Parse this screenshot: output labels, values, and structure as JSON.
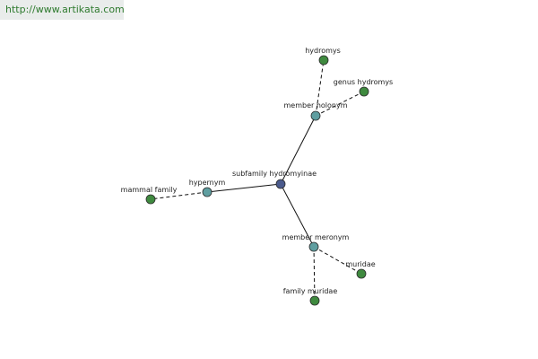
{
  "watermark": {
    "url": "http://www.artikata.com"
  },
  "graph": {
    "nodes": [
      {
        "id": "center",
        "label": "subfamily hydromyinae",
        "role": "center"
      },
      {
        "id": "member-holonym",
        "label": "member holonym",
        "role": "relation"
      },
      {
        "id": "hypernym",
        "label": "hypernym",
        "role": "relation"
      },
      {
        "id": "member-meronym",
        "label": "member meronym",
        "role": "relation"
      },
      {
        "id": "hydromys",
        "label": "hydromys",
        "role": "leaf"
      },
      {
        "id": "genus-hydromys",
        "label": "genus hydromys",
        "role": "leaf"
      },
      {
        "id": "mammal-family",
        "label": "mammal family",
        "role": "leaf"
      },
      {
        "id": "muridae",
        "label": "muridae",
        "role": "leaf"
      },
      {
        "id": "family-muridae",
        "label": "family muridae",
        "role": "leaf"
      }
    ],
    "edges": [
      {
        "from": "center",
        "to": "member-holonym",
        "style": "solid"
      },
      {
        "from": "center",
        "to": "hypernym",
        "style": "solid"
      },
      {
        "from": "center",
        "to": "member-meronym",
        "style": "solid"
      },
      {
        "from": "member-holonym",
        "to": "hydromys",
        "style": "dashed"
      },
      {
        "from": "member-holonym",
        "to": "genus-hydromys",
        "style": "dashed"
      },
      {
        "from": "hypernym",
        "to": "mammal-family",
        "style": "dashed"
      },
      {
        "from": "member-meronym",
        "to": "muridae",
        "style": "dashed"
      },
      {
        "from": "member-meronym",
        "to": "family-muridae",
        "style": "dashed"
      }
    ],
    "colors": {
      "center": "#4a5a8c",
      "relation": "#5f9ea0",
      "leaf": "#3f8a3f",
      "stroke": "#2b2b2b",
      "edge": "#111111"
    }
  }
}
